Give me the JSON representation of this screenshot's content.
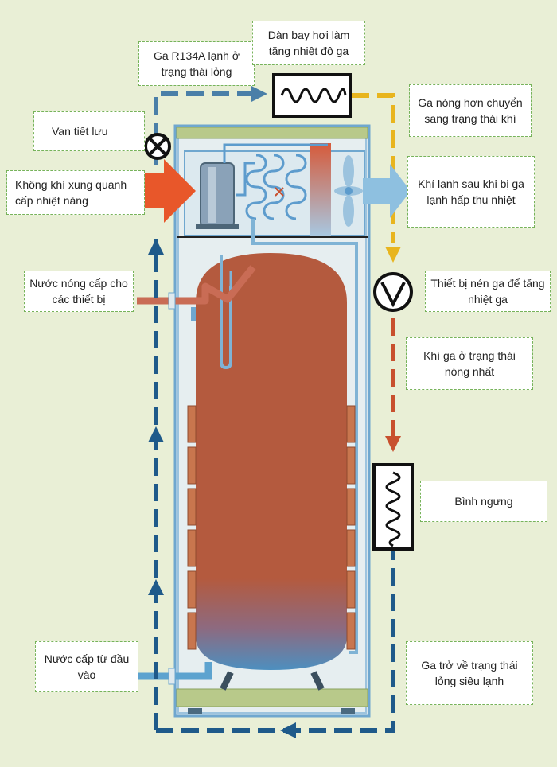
{
  "labels": {
    "ga_r134a": "Ga R134A lạnh ở trạng thái lỏng",
    "dan_bay_hoi": "Dàn bay hơi làm tăng nhiệt độ ga",
    "ga_nong_hon": "Ga nóng hơn chuyển sang trạng thái khí",
    "van_tiet_luu": "Van tiết lưu",
    "khong_khi": "Không khí xung quanh cấp nhiệt năng",
    "khi_lanh": "Khí lạnh sau khi bị ga lạnh hấp thu nhiệt",
    "nuoc_nong": "Nước nóng cấp cho các thiết bị",
    "thiet_bi_nen": "Thiết bị nén ga để tăng nhiệt ga",
    "khi_ga_nong": "Khí ga ở trạng thái nóng nhất",
    "binh_ngung": "Bình ngưng",
    "nuoc_cap": "Nước cấp từ đầu vào",
    "ga_tro_ve": "Ga trở về trạng thái lỏng siêu lạnh"
  },
  "colors": {
    "background": "#e9efd6",
    "cold_refrigerant": "#1f5a8a",
    "warm_refrigerant": "#e8b51e",
    "hot_refrigerant": "#c8502e",
    "tank": "#b45a3e",
    "water_pipe": "#7fb3d5",
    "base_plate": "#b8c98a",
    "label_border": "#77b35a"
  },
  "icons": [
    "expansion-valve-icon",
    "evaporator-coil-icon",
    "compressor-icon",
    "condenser-coil-icon",
    "fan-icon"
  ]
}
